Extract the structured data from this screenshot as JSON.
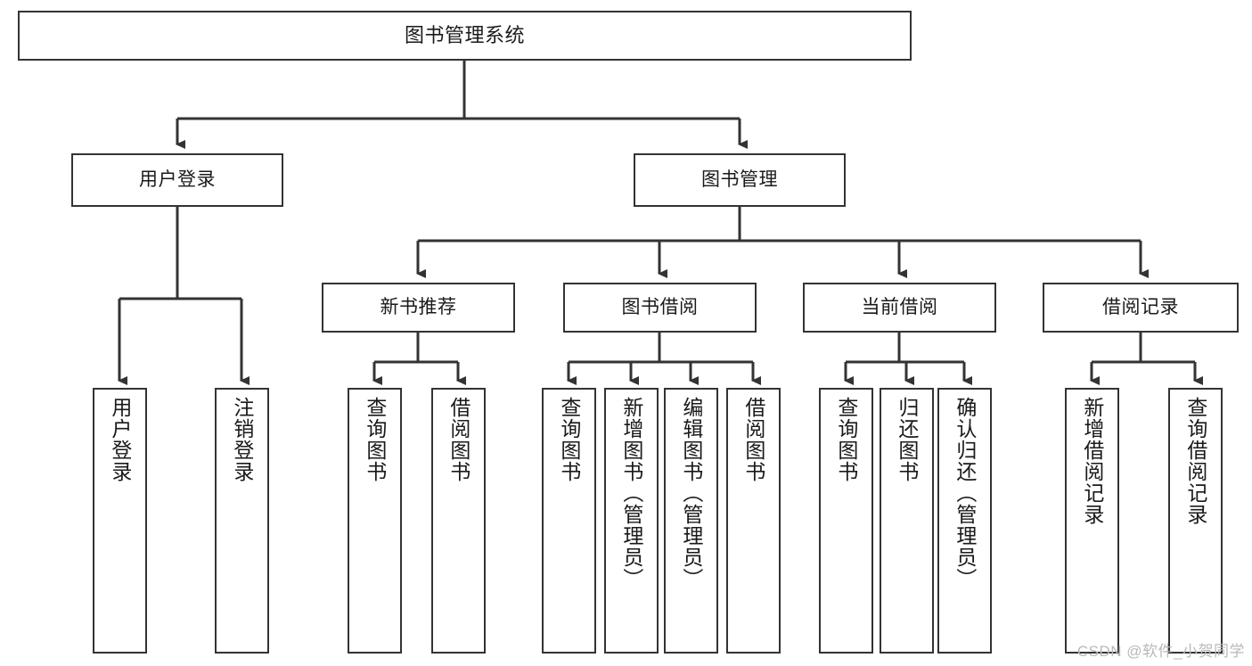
{
  "diagram": {
    "title": "图书管理系统",
    "type": "functional-structure-tree",
    "background": "#ffffff",
    "line_color": "#333333",
    "text_color": "#1a1a1a",
    "levels": [
      {
        "level": 0,
        "nodes": [
          {
            "id": "root",
            "label": "图书管理系统",
            "orientation": "horizontal"
          }
        ]
      },
      {
        "level": 1,
        "nodes": [
          {
            "id": "login",
            "label": "用户登录",
            "orientation": "horizontal"
          },
          {
            "id": "bookmgmt",
            "label": "图书管理",
            "orientation": "horizontal"
          }
        ]
      },
      {
        "level": 2,
        "nodes": [
          {
            "id": "newbook",
            "label": "新书推荐",
            "orientation": "horizontal"
          },
          {
            "id": "borrow",
            "label": "图书借阅",
            "orientation": "horizontal"
          },
          {
            "id": "current",
            "label": "当前借阅",
            "orientation": "horizontal"
          },
          {
            "id": "record",
            "label": "借阅记录",
            "orientation": "horizontal"
          }
        ]
      },
      {
        "level": 3,
        "nodes": [
          {
            "id": "leaf1",
            "label": "用户登录",
            "orientation": "vertical",
            "parent": "login"
          },
          {
            "id": "leaf2",
            "label": "注销登录",
            "orientation": "vertical",
            "parent": "login"
          },
          {
            "id": "leaf3",
            "label": "查询图书",
            "orientation": "vertical",
            "parent": "newbook"
          },
          {
            "id": "leaf4",
            "label": "借阅图书",
            "orientation": "vertical",
            "parent": "newbook"
          },
          {
            "id": "leaf5",
            "label": "查询图书",
            "orientation": "vertical",
            "parent": "borrow"
          },
          {
            "id": "leaf6",
            "label": "新增图书（管理员）",
            "orientation": "vertical",
            "parent": "borrow"
          },
          {
            "id": "leaf7",
            "label": "编辑图书（管理员）",
            "orientation": "vertical",
            "parent": "borrow"
          },
          {
            "id": "leaf8",
            "label": "借阅图书",
            "orientation": "vertical",
            "parent": "borrow"
          },
          {
            "id": "leaf9",
            "label": "查询图书",
            "orientation": "vertical",
            "parent": "current"
          },
          {
            "id": "leaf10",
            "label": "归还图书",
            "orientation": "vertical",
            "parent": "current"
          },
          {
            "id": "leaf11",
            "label": "确认归还（管理员）",
            "orientation": "vertical",
            "parent": "current"
          },
          {
            "id": "leaf12",
            "label": "新增借阅记录",
            "orientation": "vertical",
            "parent": "record"
          },
          {
            "id": "leaf13",
            "label": "查询借阅记录",
            "orientation": "vertical",
            "parent": "record"
          }
        ]
      }
    ]
  },
  "watermark": {
    "text": "CSDN @软件_小贺同学",
    "color": "#b9b9b9"
  }
}
